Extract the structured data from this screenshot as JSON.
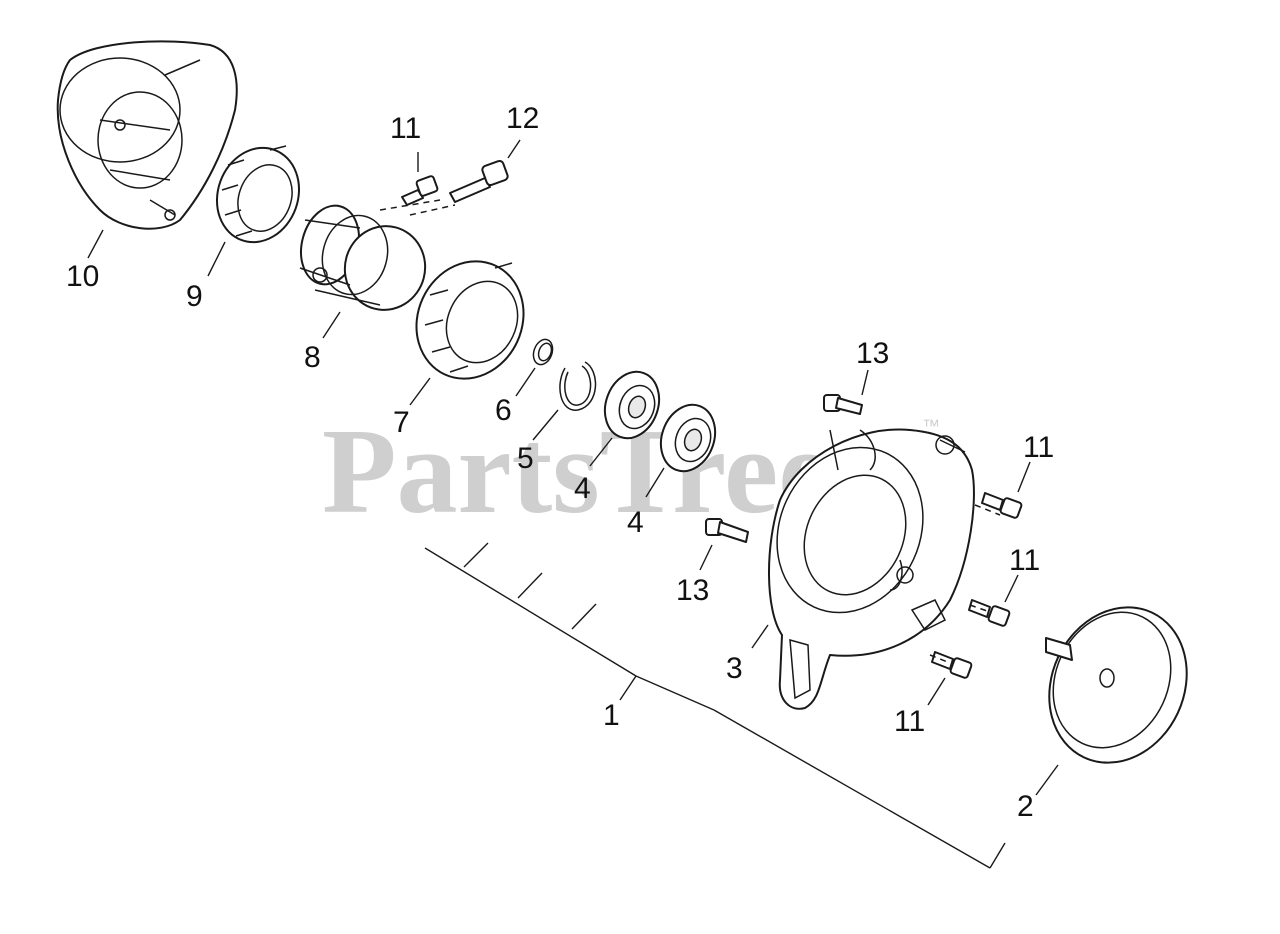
{
  "watermark": {
    "text": "PartsTree",
    "trademark": "™"
  },
  "callouts": [
    {
      "id": "10",
      "text": "10"
    },
    {
      "id": "9",
      "text": "9"
    },
    {
      "id": "8",
      "text": "8"
    },
    {
      "id": "7",
      "text": "7"
    },
    {
      "id": "6",
      "text": "6"
    },
    {
      "id": "5",
      "text": "5"
    },
    {
      "id": "4a",
      "text": "4"
    },
    {
      "id": "4b",
      "text": "4"
    },
    {
      "id": "1",
      "text": "1"
    },
    {
      "id": "3",
      "text": "3"
    },
    {
      "id": "2",
      "text": "2"
    },
    {
      "id": "11a",
      "text": "11"
    },
    {
      "id": "11b",
      "text": "11"
    },
    {
      "id": "11c",
      "text": "11"
    },
    {
      "id": "11d",
      "text": "11"
    },
    {
      "id": "12",
      "text": "12"
    },
    {
      "id": "13a",
      "text": "13"
    },
    {
      "id": "13b",
      "text": "13"
    }
  ]
}
